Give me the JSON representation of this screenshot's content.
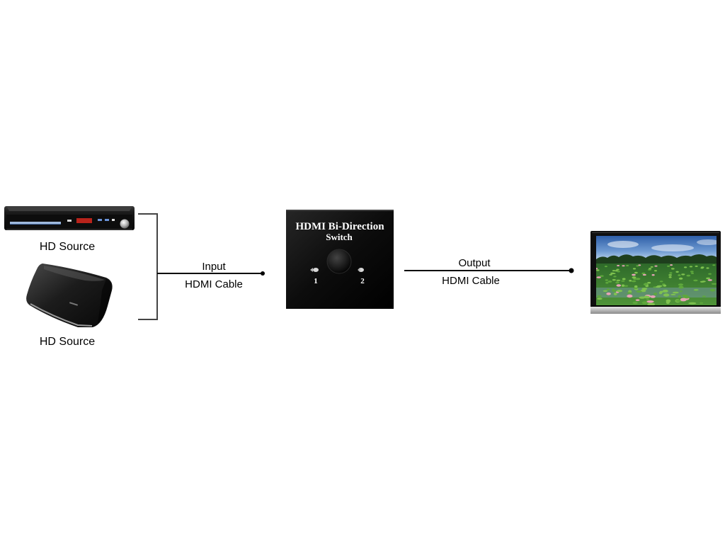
{
  "sources": [
    {
      "label": "HD Source",
      "icon": "dvd-player-icon"
    },
    {
      "label": "HD Source",
      "icon": "game-console-icon"
    }
  ],
  "input": {
    "label": "Input",
    "cable": "HDMI Cable"
  },
  "switch": {
    "title": "HDMI Bi-Direction",
    "subtitle": "Switch",
    "port1": "1",
    "port2": "2",
    "icon": "hdmi-switch-icon"
  },
  "output": {
    "label": "Output",
    "cable": "HDMI Cable"
  },
  "display": {
    "icon": "television-icon"
  },
  "colors": {
    "background": "#ffffff",
    "line": "#000000",
    "device": "#111111",
    "text": "#000000"
  }
}
